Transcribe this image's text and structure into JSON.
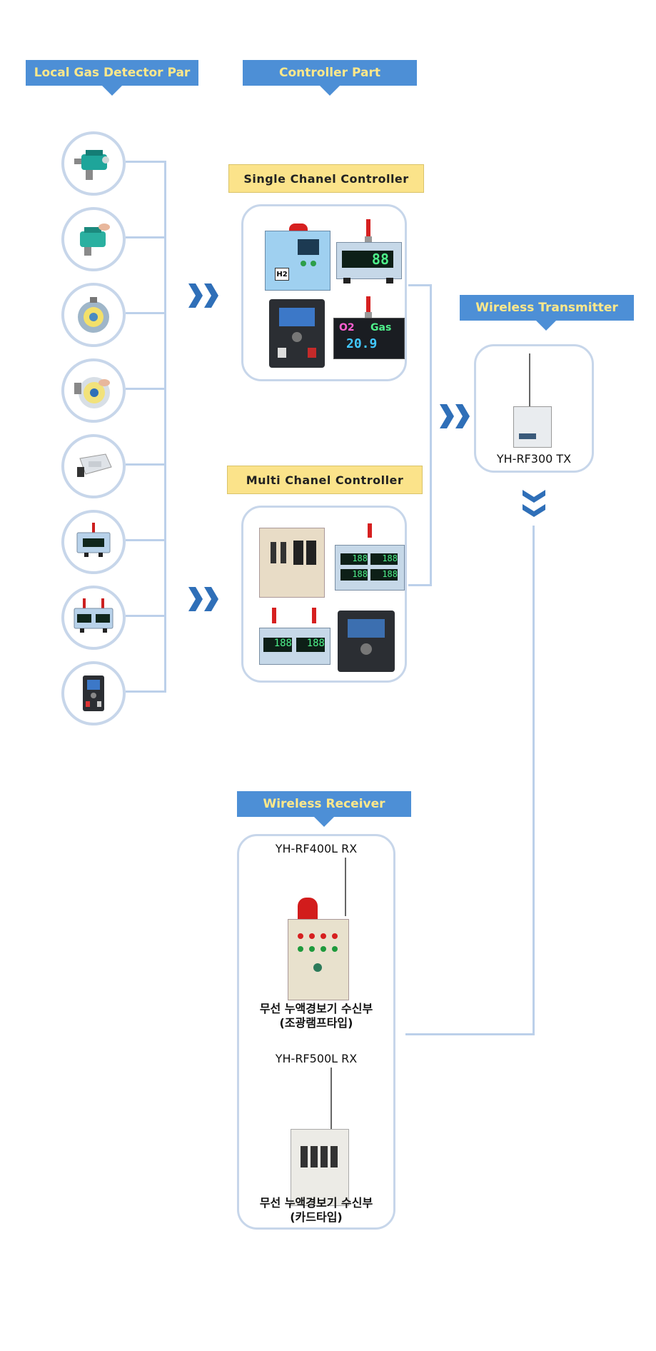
{
  "headers": {
    "local_gas_detector": "Local Gas Detector Par",
    "controller_part": "Controller Part",
    "wireless_transmitter": "Wireless Transmitter",
    "wireless_receiver": "Wireless Receiver"
  },
  "controllers": {
    "single": "Single Chanel Controller",
    "multi": "Multi Chanel Controller"
  },
  "transmitter": {
    "model": "YH-RF300 TX"
  },
  "receivers": [
    {
      "model": "YH-RF400L RX",
      "desc_line1": "무선 누액경보기 수신부",
      "desc_line2": "(조광램프타입)"
    },
    {
      "model": "YH-RF500L RX",
      "desc_line1": "무선 누액경보기 수신부",
      "desc_line2": "(카드타입)"
    }
  ],
  "device_labels": {
    "h2": "H2",
    "display_o2": "O2",
    "display_gas": "Gas",
    "display_value": "20.9",
    "seg_88": "88",
    "seg_188": "188"
  },
  "colors": {
    "header_bg": "#4d8fd6",
    "header_text": "#ffe88a",
    "label_bg": "#fbe38a",
    "line": "#bcd0ea",
    "chevron": "#2f6fb8"
  }
}
